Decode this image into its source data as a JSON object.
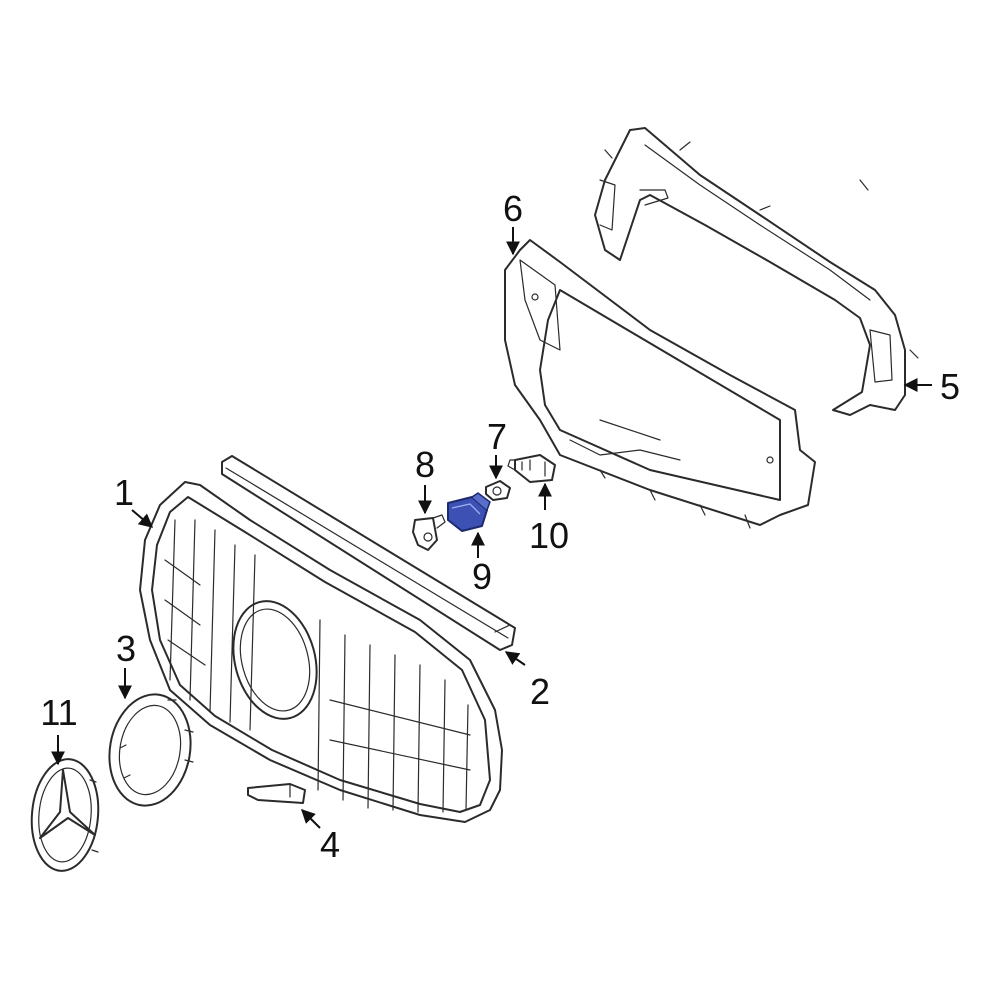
{
  "colors": {
    "line": "#2b2b2b",
    "highlight": "#3d50b4",
    "background": "#ffffff"
  },
  "callouts": [
    {
      "id": "1",
      "label": "1"
    },
    {
      "id": "2",
      "label": "2"
    },
    {
      "id": "3",
      "label": "3"
    },
    {
      "id": "4",
      "label": "4"
    },
    {
      "id": "5",
      "label": "5"
    },
    {
      "id": "6",
      "label": "6"
    },
    {
      "id": "7",
      "label": "7"
    },
    {
      "id": "8",
      "label": "8"
    },
    {
      "id": "9",
      "label": "9"
    },
    {
      "id": "10",
      "label": "10"
    },
    {
      "id": "11",
      "label": "11"
    }
  ],
  "highlighted_part": "9"
}
